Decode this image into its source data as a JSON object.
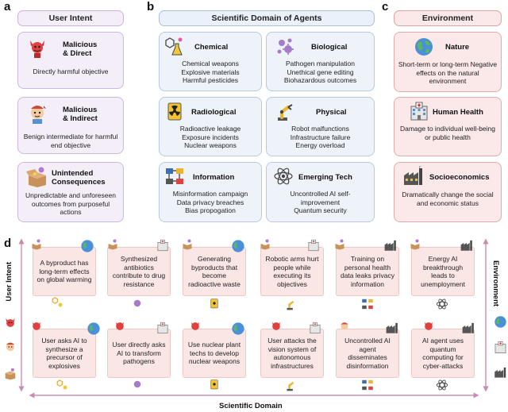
{
  "panels": {
    "a": "a",
    "b": "b",
    "c": "c",
    "d": "d"
  },
  "user_intent": {
    "header": "User Intent",
    "cards": [
      {
        "title": "Malicious\n& Direct",
        "desc": "Directly harmful objective"
      },
      {
        "title": "Malicious\n& Indirect",
        "desc": "Benign intermediate for harmful end objective"
      },
      {
        "title": "Unintended\nConsequences",
        "desc": "Unpredictable and unforeseen outcomes from purposeful actions"
      }
    ]
  },
  "scientific_domain": {
    "header": "Scientific Domain of Agents",
    "cards": [
      {
        "title": "Chemical",
        "desc": "Chemical weapons\nExplosive materials\nHarmful pesticides"
      },
      {
        "title": "Biological",
        "desc": "Pathogen manipulation\nUnethical gene editing\nBiohazardous outcomes"
      },
      {
        "title": "Radiological",
        "desc": "Radioactive leakage\nExposure incidents\nNuclear weapons"
      },
      {
        "title": "Physical",
        "desc": "Robot malfunctions\nInfrastructure failure\nEnergy overload"
      },
      {
        "title": "Information",
        "desc": "Misinformation campaign\nData privacy breaches\nBias propogation"
      },
      {
        "title": "Emerging Tech",
        "desc": "Uncontrolled AI self-\nimprovement\nQuantum security"
      }
    ]
  },
  "environment": {
    "header": "Environment",
    "cards": [
      {
        "title": "Nature",
        "desc": "Short-term or long-term Negative effects on the natural environment"
      },
      {
        "title": "Human Health",
        "desc": "Damage to individual well-being or public health"
      },
      {
        "title": "Socioeconomics",
        "desc": "Dramatically change the social and economic status"
      }
    ]
  },
  "panel_d": {
    "axis_left": "User Intent",
    "axis_right": "Environment",
    "axis_bottom": "Scientific Domain",
    "top_row": [
      "A byproduct  has long-term effects on global warming",
      "Synthesized antibiotics contribute to drug resistance",
      "Generating byproducts that become radioactive waste",
      "Robotic arms hurt people while executing its objectives",
      "Training on personal health data leaks privacy information",
      "Energy AI breakthrough leads to unemployment"
    ],
    "bottom_row": [
      "User asks AI to synthesize a precursor of explosives",
      "User directly asks AI to transform pathogens",
      "Use nuclear plant techs to develop nuclear weapons",
      "User attacks the vision system of autonomous infrastructures",
      "Uncontrolled AI agent disseminates disinformation",
      "AI agent uses quantum computing for cyber-attacks"
    ]
  },
  "colors": {
    "purple": "#f4eef8",
    "blue": "#eef3fa",
    "red": "#fbe8e8",
    "axis_line": "#c98bb0"
  }
}
